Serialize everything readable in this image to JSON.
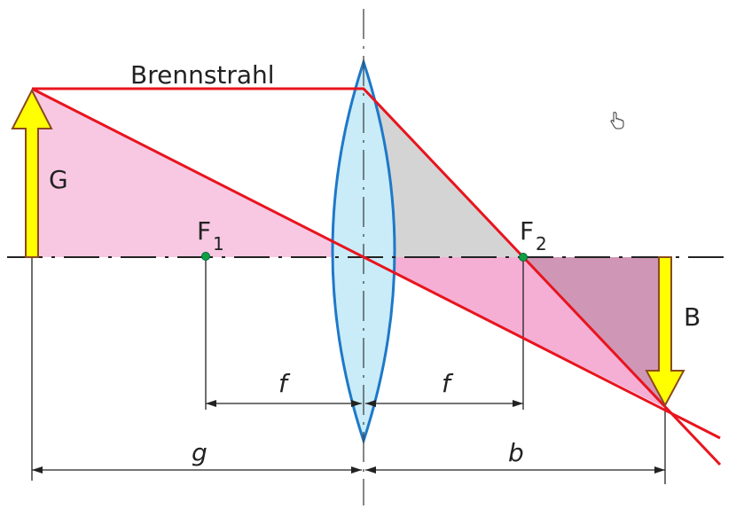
{
  "labels": {
    "focal_ray": "Brennstrahl",
    "object": "G",
    "image": "B",
    "focus1_main": "F",
    "focus1_sub": "1",
    "focus2_main": "F",
    "focus2_sub": "2",
    "focal_length_left": "f",
    "focal_length_right": "f",
    "object_distance": "g",
    "image_distance": "b"
  },
  "colors": {
    "ray": "#e8141e",
    "lens_fill": "#c9ecf8",
    "lens_stroke": "#1e78c8",
    "arrow_fill": "#ffff00",
    "arrow_stroke": "#8b4a1e",
    "pink_light": "#f8c8e3",
    "pink": "#f5aed4",
    "mauve": "#d096b6",
    "gray": "#d4d4d4",
    "focus_dot": "#10a040"
  },
  "icons": {
    "cursor": "hand-pointer-icon"
  }
}
